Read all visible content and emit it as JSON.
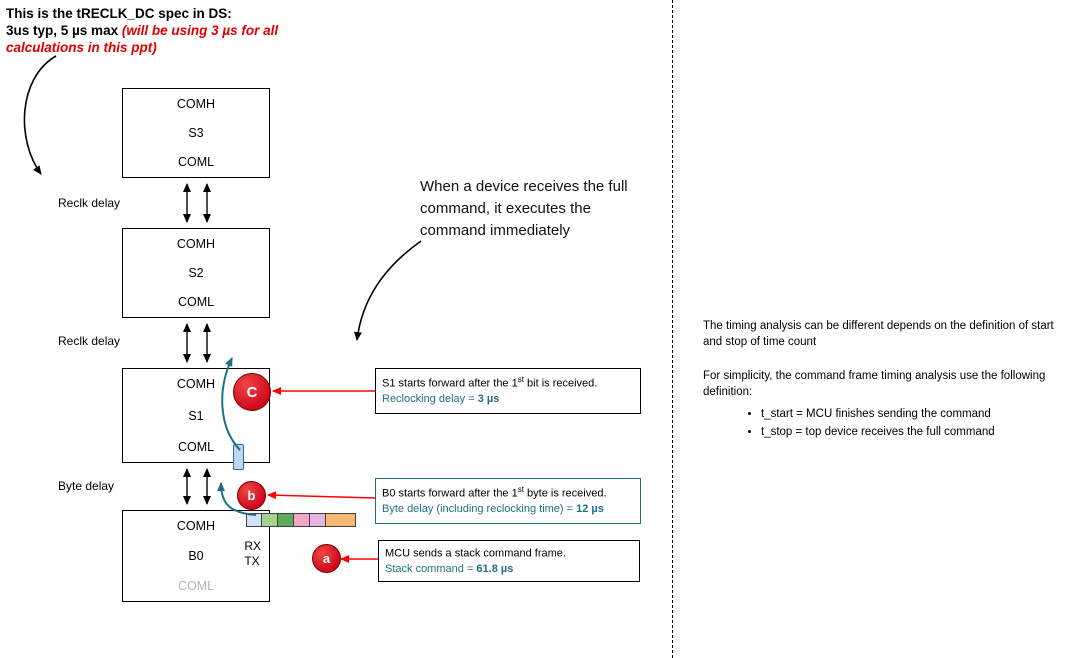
{
  "header": {
    "line1": "This is the tRECLK_DC spec in DS:",
    "line2_black": "3us typ, 5 µs max",
    "line2_red": " (will be using 3 µs for all",
    "line3_red": "calculations in this ppt)"
  },
  "stack": {
    "devices": [
      {
        "top_port": "COMH",
        "name": "S3",
        "bottom_port": "COML"
      },
      {
        "top_port": "COMH",
        "name": "S2",
        "bottom_port": "COML"
      },
      {
        "top_port": "COMH",
        "name": "S1",
        "bottom_port": "COML"
      },
      {
        "top_port": "COMH",
        "name": "B0",
        "bottom_port": "COML",
        "rx_label": "RX",
        "tx_label": "TX"
      }
    ],
    "delay_labels": [
      "Reclk delay",
      "Reclk delay",
      "Byte delay"
    ]
  },
  "note": {
    "text": "When a device receives the full command, it executes the command immediately"
  },
  "callouts": {
    "c": {
      "marker": "C",
      "line1_pre": "S1 starts forward after the 1",
      "line1_sup": "st",
      "line1_post": " bit is received.",
      "line2_label": "Reclocking delay = ",
      "line2_value": "3 µs"
    },
    "b": {
      "marker": "b",
      "line1_pre": "B0 starts forward after the 1",
      "line1_sup": "st",
      "line1_post": " byte is received.",
      "line2_label": "Byte delay (including reclocking time) = ",
      "line2_value": "12 µs"
    },
    "a": {
      "marker": "a",
      "line1_pre": "MCU sends a stack command frame.",
      "line1_sup": "",
      "line1_post": "",
      "line2_label": "Stack command = ",
      "line2_value": "61.8 µs"
    }
  },
  "frame_segments": [
    "#cfe3f7",
    "#a9d18e",
    "#5fa85f",
    "#f2a7c5",
    "#e3b5e0",
    "#f5b96f"
  ],
  "right_panel": {
    "para1": "The timing analysis can be different depends on the definition of start and stop of time count",
    "para2": "For simplicity, the command frame timing analysis use the following definition:",
    "bullets": [
      "t_start = MCU finishes sending the command",
      "t_stop = top device receives the full command"
    ]
  },
  "colors": {
    "accent_teal": "#1f7084",
    "arrow_red": "#ff0000",
    "marker_red": "#cf0a1e"
  }
}
